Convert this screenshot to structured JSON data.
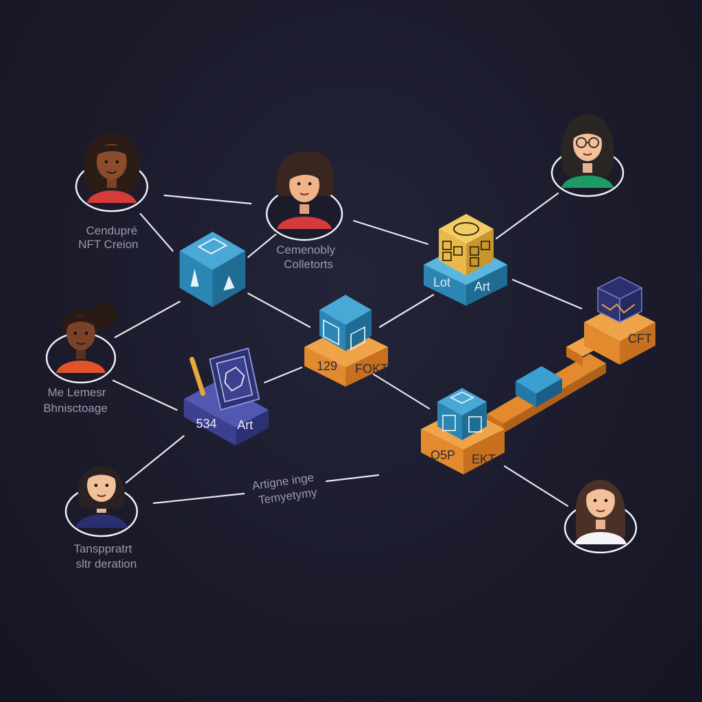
{
  "colors": {
    "background": "#1b1b2c",
    "connector": "#e9e9ef",
    "cube_teal": "#2c86b4",
    "cube_gold": "#e8b94a",
    "base_orange": "#e38a2e",
    "base_navy": "#3b418f"
  },
  "people": [
    {
      "name": "person-top-left",
      "label_lines": [
        "Cendupré",
        "NFT Creion"
      ]
    },
    {
      "name": "person-top-center",
      "label_lines": [
        "Cemenobly",
        "Colletorts"
      ]
    },
    {
      "name": "person-top-right",
      "label_lines": []
    },
    {
      "name": "person-mid-left",
      "label_lines": [
        "Me Lemesr",
        "Bhnisctoage"
      ]
    },
    {
      "name": "person-bottom-left",
      "label_lines": [
        "Tansppratrt",
        "sltr deration"
      ]
    },
    {
      "name": "person-bottom-right",
      "label_lines": []
    }
  ],
  "blocks": {
    "block_left_cube": {
      "labels": []
    },
    "block_art_tablet": {
      "labels": [
        "534",
        "Art"
      ]
    },
    "block_center": {
      "labels": [
        "129",
        "FOKT"
      ]
    },
    "block_lot_art": {
      "labels": [
        "Lot",
        "Art"
      ]
    },
    "block_bottom": {
      "labels": [
        "O5P",
        "EKT"
      ]
    },
    "block_right": {
      "labels": [
        "CFT"
      ]
    }
  },
  "floating_text": [
    "Artigne inge",
    "Temyetymy"
  ]
}
